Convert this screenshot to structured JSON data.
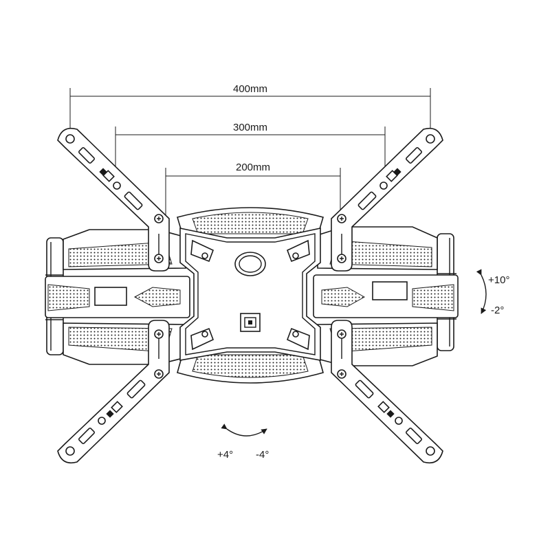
{
  "dimensions": {
    "width_400": "400mm",
    "width_300": "300mm",
    "width_200": "200mm"
  },
  "tilt": {
    "up": "+10°",
    "down": "-2°"
  },
  "swivel": {
    "left": "+4°",
    "right": "-4°"
  },
  "colors": {
    "ink": "#1a1a1a",
    "background": "#ffffff"
  }
}
